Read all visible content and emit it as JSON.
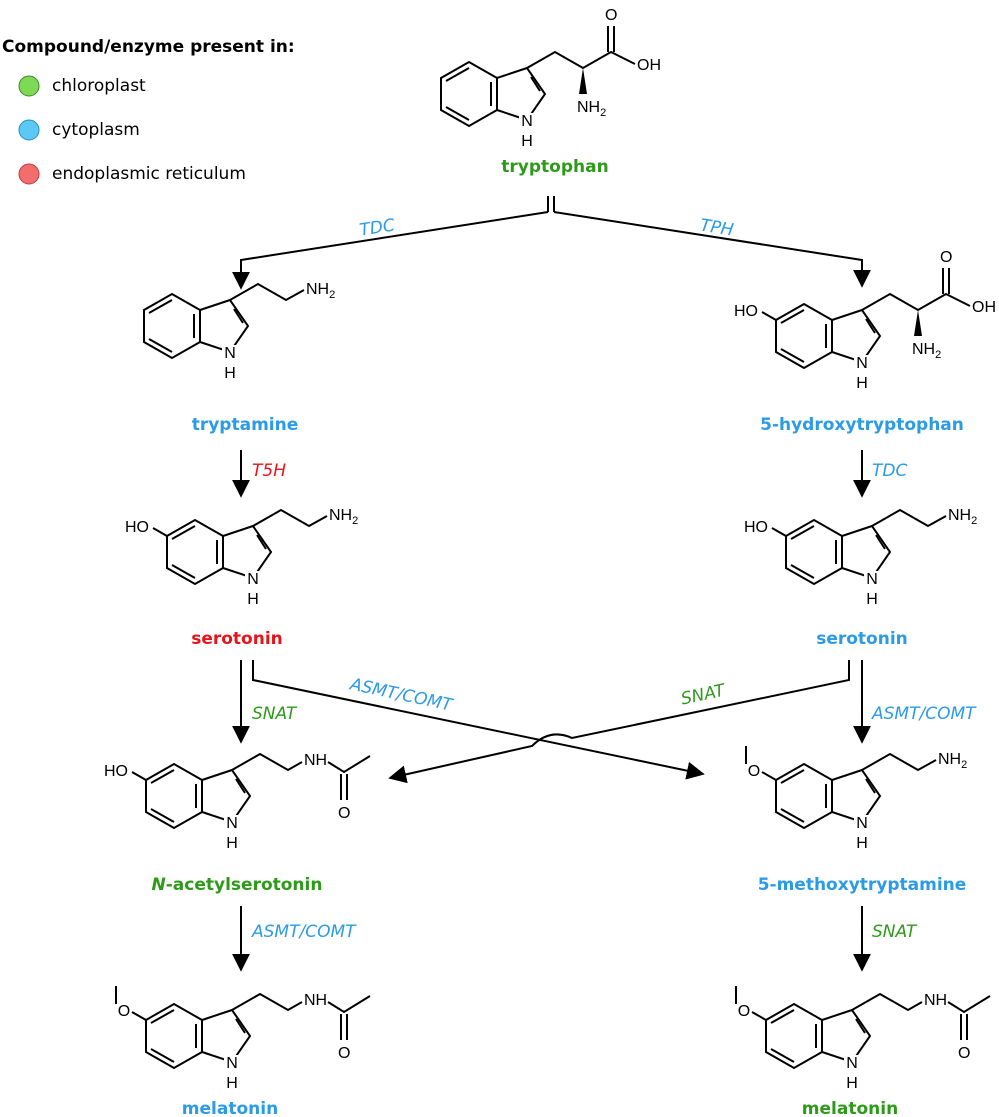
{
  "legend": {
    "title": "Compound/enzyme present in:",
    "items": [
      {
        "label": "chloroplast",
        "color": "#7ed957"
      },
      {
        "label": "cytoplasm",
        "color": "#5bc8f5"
      },
      {
        "label": "endoplasmic reticulum",
        "color": "#f26d6d"
      }
    ]
  },
  "colors": {
    "chloroplast": "#2e9a1a",
    "cytoplasm": "#2b9be6",
    "er": "#e8141c"
  },
  "compounds": {
    "tryptophan": "tryptophan",
    "tryptamine": "tryptamine",
    "hydroxytryptophan": "5-hydroxytryptophan",
    "serotonin_left": "serotonin",
    "serotonin_right": "serotonin",
    "acetylserotonin_prefix": "N",
    "acetylserotonin_suffix": "-acetylserotonin",
    "methoxytryptamine": "5-methoxytryptamine",
    "melatonin_left": "melatonin",
    "melatonin_right": "melatonin"
  },
  "enzymes": {
    "tdc_1": "TDC",
    "tph": "TPH",
    "t5h": "T5H",
    "tdc_2": "TDC",
    "snat_left": "SNAT",
    "asmt_cross": "ASMT/COMT",
    "snat_cross": "SNAT",
    "asmt_right": "ASMT/COMT",
    "asmt_left": "ASMT/COMT",
    "snat_right": "SNAT"
  },
  "atoms": {
    "oh": "OH",
    "ho": "HO",
    "o": "O",
    "n": "N",
    "h": "H",
    "nh": "NH",
    "nh2": "NH",
    "sub2": "2"
  }
}
